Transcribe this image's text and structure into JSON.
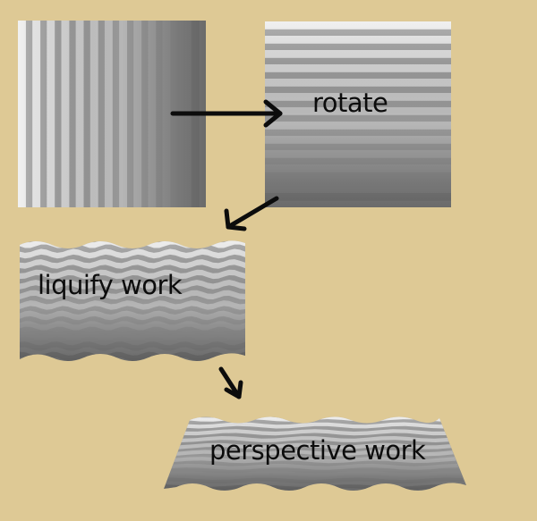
{
  "steps": [
    {
      "id": "original",
      "label": ""
    },
    {
      "id": "rotate",
      "label": "rotate"
    },
    {
      "id": "liquify",
      "label": "liquify work"
    },
    {
      "id": "perspective",
      "label": "perspective work"
    }
  ],
  "colors": {
    "background": "#dec995",
    "arrow": "#0c0c0c",
    "label": "#0c0c0c",
    "stripe_light": "#f4f4f4",
    "stripe_dark": "#4c4c4c"
  }
}
